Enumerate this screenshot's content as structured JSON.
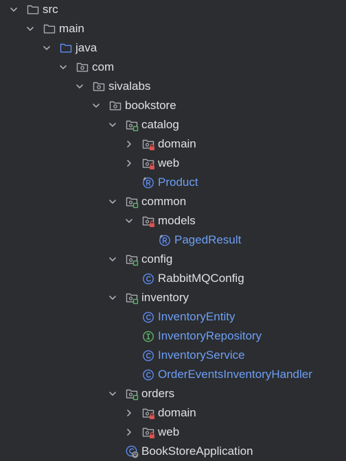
{
  "colors": {
    "background": "#2b2d30",
    "text": "#dfe1e5",
    "link_text": "#6e9ff5",
    "icon_gray": "#a9acb3",
    "icon_blue": "#5e8ef0",
    "class_icon": "#5f8bf0",
    "interface_icon": "#5fb36a",
    "lock_red": "#d9534f",
    "package_badge_green": "#5fb36a"
  },
  "tree": [
    {
      "label": "src",
      "depth": 0,
      "chevron": "down",
      "icon": "folder-icon",
      "style": "plain"
    },
    {
      "label": "main",
      "depth": 1,
      "chevron": "down",
      "icon": "folder-icon",
      "style": "plain"
    },
    {
      "label": "java",
      "depth": 2,
      "chevron": "down",
      "icon": "source-folder-icon",
      "style": "plain"
    },
    {
      "label": "com",
      "depth": 3,
      "chevron": "down",
      "icon": "package-icon",
      "style": "plain"
    },
    {
      "label": "sivalabs",
      "depth": 4,
      "chevron": "down",
      "icon": "package-icon",
      "style": "plain"
    },
    {
      "label": "bookstore",
      "depth": 5,
      "chevron": "down",
      "icon": "package-icon",
      "style": "plain"
    },
    {
      "label": "catalog",
      "depth": 6,
      "chevron": "down",
      "icon": "module-package-icon",
      "style": "plain"
    },
    {
      "label": "domain",
      "depth": 7,
      "chevron": "right",
      "icon": "locked-package-icon",
      "style": "plain"
    },
    {
      "label": "web",
      "depth": 7,
      "chevron": "right",
      "icon": "locked-package-icon",
      "style": "plain"
    },
    {
      "label": "Product",
      "depth": 7,
      "chevron": "none",
      "icon": "record-icon",
      "style": "blue"
    },
    {
      "label": "common",
      "depth": 6,
      "chevron": "down",
      "icon": "module-package-icon",
      "style": "plain"
    },
    {
      "label": "models",
      "depth": 7,
      "chevron": "down",
      "icon": "locked-package-icon",
      "style": "plain"
    },
    {
      "label": "PagedResult",
      "depth": 8,
      "chevron": "none",
      "icon": "record-icon",
      "style": "blue"
    },
    {
      "label": "config",
      "depth": 6,
      "chevron": "down",
      "icon": "module-package-icon",
      "style": "plain"
    },
    {
      "label": "RabbitMQConfig",
      "depth": 7,
      "chevron": "none",
      "icon": "class-icon",
      "style": "plain"
    },
    {
      "label": "inventory",
      "depth": 6,
      "chevron": "down",
      "icon": "module-package-icon",
      "style": "plain"
    },
    {
      "label": "InventoryEntity",
      "depth": 7,
      "chevron": "none",
      "icon": "class-icon",
      "style": "blue"
    },
    {
      "label": "InventoryRepository",
      "depth": 7,
      "chevron": "none",
      "icon": "interface-icon",
      "style": "blue"
    },
    {
      "label": "InventoryService",
      "depth": 7,
      "chevron": "none",
      "icon": "class-icon",
      "style": "blue"
    },
    {
      "label": "OrderEventsInventoryHandler",
      "depth": 7,
      "chevron": "none",
      "icon": "class-icon",
      "style": "blue"
    },
    {
      "label": "orders",
      "depth": 6,
      "chevron": "down",
      "icon": "module-package-icon",
      "style": "plain"
    },
    {
      "label": "domain",
      "depth": 7,
      "chevron": "right",
      "icon": "locked-package-icon",
      "style": "plain"
    },
    {
      "label": "web",
      "depth": 7,
      "chevron": "right",
      "icon": "locked-package-icon",
      "style": "plain"
    },
    {
      "label": "BookStoreApplication",
      "depth": 6,
      "chevron": "none",
      "icon": "spring-boot-class-icon",
      "style": "plain"
    }
  ]
}
